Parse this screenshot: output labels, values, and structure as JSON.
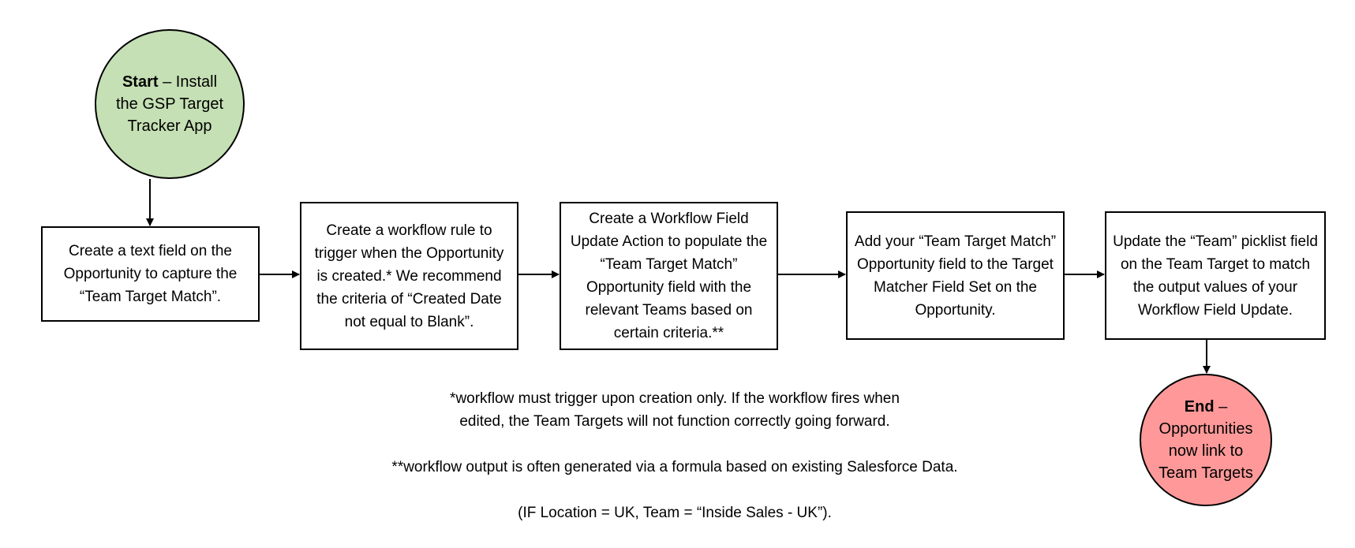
{
  "start": {
    "bold": "Start",
    "text": " – Install the GSP Target Tracker App"
  },
  "steps": [
    {
      "text": "Create a text field on the Opportunity to capture the “Team Target Match”."
    },
    {
      "text": "Create a workflow rule to trigger when the Opportunity is created.* We recommend the criteria of “Created Date not equal to Blank”."
    },
    {
      "text": "Create a Workflow Field Update Action to populate the “Team Target Match” Opportunity field with the relevant Teams based on certain criteria.**"
    },
    {
      "text": "Add your “Team Target Match” Opportunity field to the Target Matcher Field Set on the Opportunity."
    },
    {
      "text": "Update the “Team” picklist field on the Team Target to match the output values of your Workflow Field Update."
    }
  ],
  "end": {
    "bold": "End",
    "text": " – Opportunities now link to Team Targets"
  },
  "notes": {
    "note1_line1": "*workflow must trigger upon creation only. If the workflow fires when",
    "note1_line2": "edited, the Team Targets will not function correctly going forward.",
    "note2": "**workflow output is often generated via a formula based on existing Salesforce Data.",
    "note3": "(IF Location = UK, Team = “Inside Sales - UK”)."
  },
  "colors": {
    "start_fill": "#c5e0b4",
    "end_fill": "#ff9999",
    "stroke": "#000000"
  }
}
